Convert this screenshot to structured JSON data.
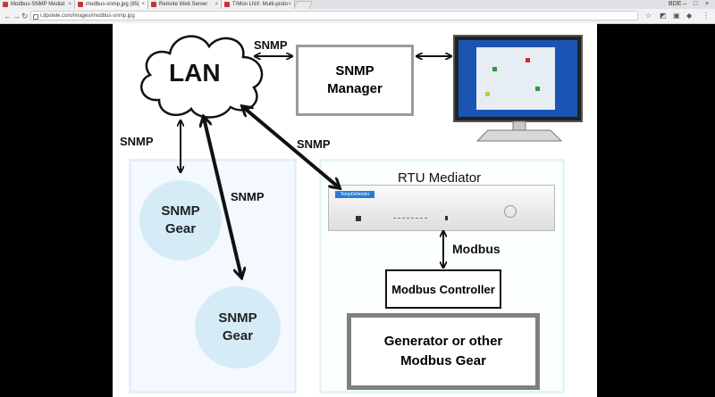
{
  "browser": {
    "tabs": [
      {
        "title": "Modbus-SNMP Mediat"
      },
      {
        "title": "modbus-snmp.jpg (85("
      },
      {
        "title": "Remote Web Server"
      },
      {
        "title": "T/Mon LNX: Multi-proto"
      }
    ],
    "active_tab_index": 1,
    "url": "i.dpstele.com/images/modbus-snmp.jpg",
    "window_label": "BDE"
  },
  "diagram": {
    "lan_label": "LAN",
    "snmp_manager_label_1": "SNMP",
    "snmp_manager_label_2": "Manager",
    "snmp_lan_manager": "SNMP",
    "snmp_lan_gear": "SNMP",
    "snmp_lan_gear2": "SNMP",
    "snmp_lan_rtu": "SNMP",
    "gear1_line1": "SNMP",
    "gear1_line2": "Gear",
    "gear2_line1": "SNMP",
    "gear2_line2": "Gear",
    "rtu_label": "RTU Mediator",
    "rtu_brand": "TempDefender",
    "modbus_label": "Modbus",
    "controller_label": "Modbus Controller",
    "gen_line1": "Generator or other",
    "gen_line2": "Modbus Gear"
  },
  "colors": {
    "circle_fill": "#d5ecf7",
    "panel_left_border": "#e4effa",
    "panel_right_border": "#e4f6f4",
    "monitor_screen": "#1a55b3"
  }
}
